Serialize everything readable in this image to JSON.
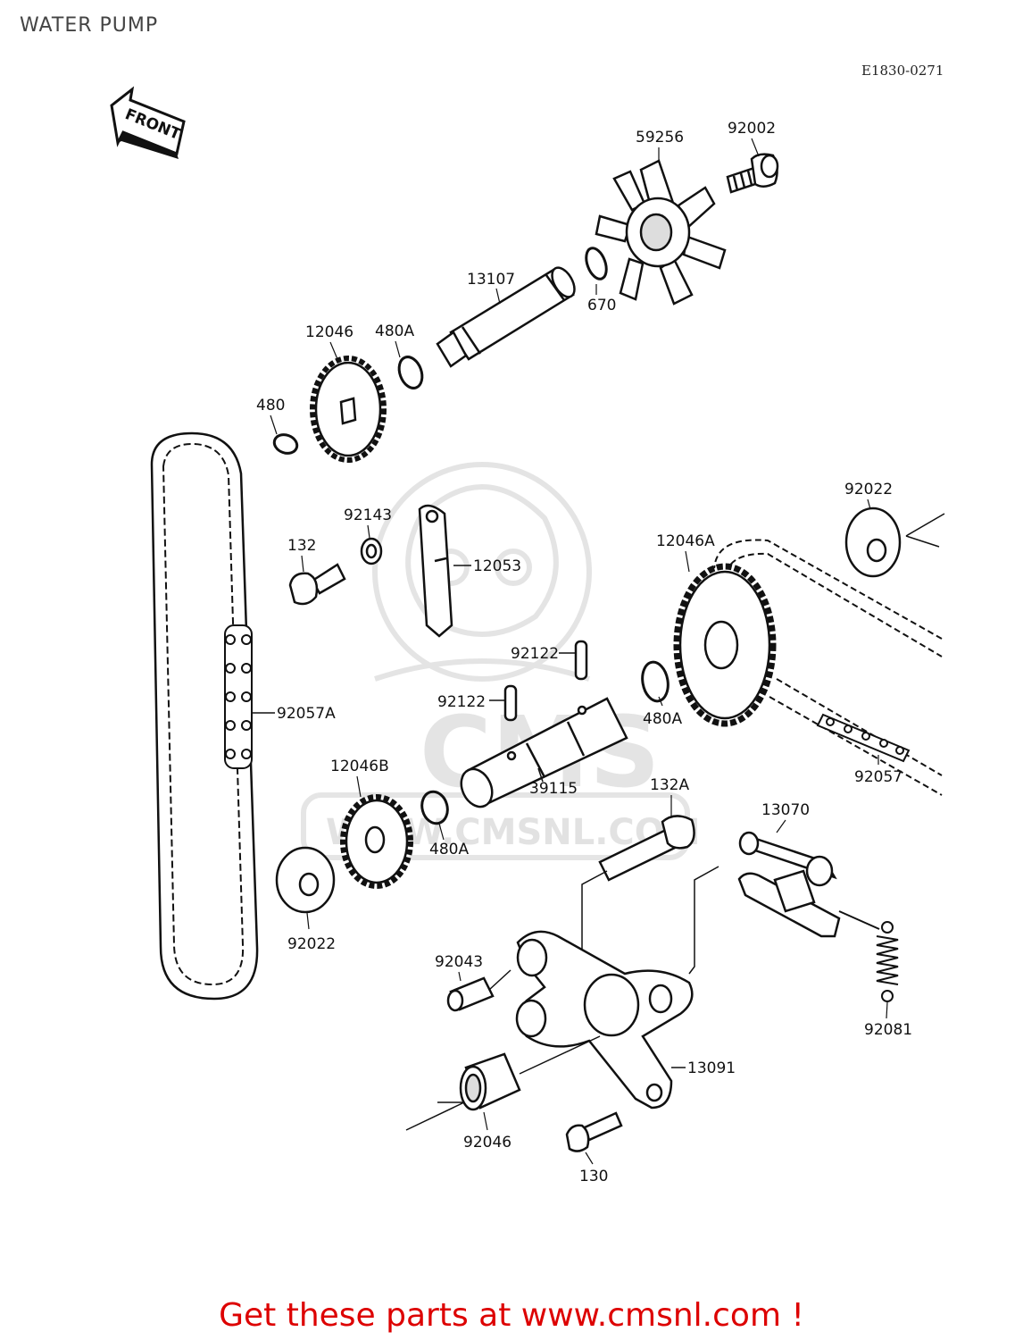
{
  "header": {
    "title": "WATER PUMP",
    "diagram_code": "E1830-0271"
  },
  "arrow": {
    "label": "FRONT"
  },
  "watermark": {
    "brand": "CMS",
    "url": "WWW.CMSNL.COM"
  },
  "labels": [
    {
      "id": "l1",
      "text": "59256"
    },
    {
      "id": "l2",
      "text": "92002"
    },
    {
      "id": "l3",
      "text": "13107"
    },
    {
      "id": "l4",
      "text": "670"
    },
    {
      "id": "l5",
      "text": "12046"
    },
    {
      "id": "l6",
      "text": "480A"
    },
    {
      "id": "l7",
      "text": "480"
    },
    {
      "id": "l8",
      "text": "92143"
    },
    {
      "id": "l9",
      "text": "132"
    },
    {
      "id": "l10",
      "text": "12053"
    },
    {
      "id": "l11",
      "text": "92022"
    },
    {
      "id": "l12",
      "text": "12046A"
    },
    {
      "id": "l13",
      "text": "92122"
    },
    {
      "id": "l14",
      "text": "92122"
    },
    {
      "id": "l15",
      "text": "92057A"
    },
    {
      "id": "l16",
      "text": "480A"
    },
    {
      "id": "l17",
      "text": "39115"
    },
    {
      "id": "l18",
      "text": "92057"
    },
    {
      "id": "l19",
      "text": "12046B"
    },
    {
      "id": "l20",
      "text": "132A"
    },
    {
      "id": "l21",
      "text": "13070"
    },
    {
      "id": "l22",
      "text": "480A"
    },
    {
      "id": "l23",
      "text": "92022"
    },
    {
      "id": "l24",
      "text": "92043"
    },
    {
      "id": "l25",
      "text": "92081"
    },
    {
      "id": "l26",
      "text": "13091"
    },
    {
      "id": "l27",
      "text": "92046"
    },
    {
      "id": "l28",
      "text": "130"
    }
  ],
  "footer": {
    "text": "Get these parts at www.cmsnl.com !"
  }
}
